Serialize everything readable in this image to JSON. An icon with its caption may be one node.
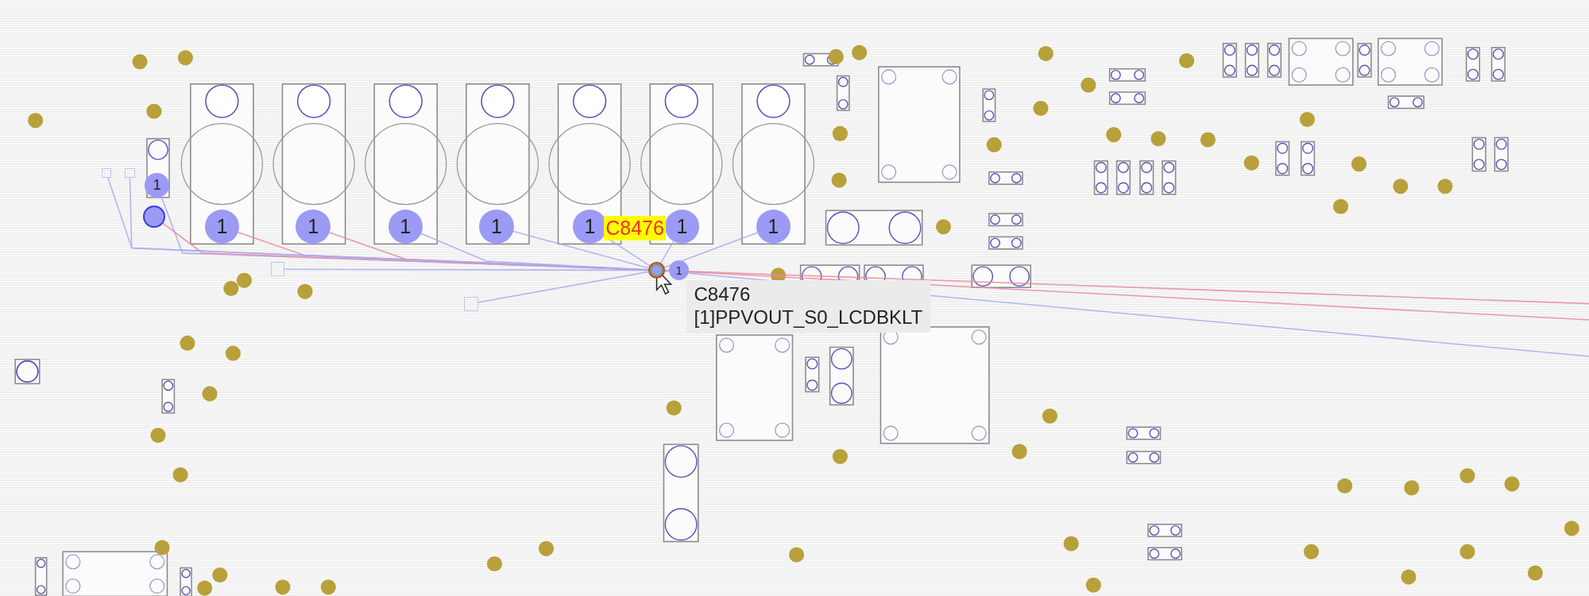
{
  "diagram": {
    "nodes": [
      {
        "text": [],
        "shape": "circle"
      },
      {
        "text": [
          "1"
        ]
      },
      {
        "text": [
          "1"
        ]
      },
      {
        "text": [
          "1"
        ]
      },
      {
        "text": [
          "1"
        ]
      },
      {
        "text": [
          "1"
        ]
      },
      {
        "text": [
          "1"
        ]
      },
      {
        "text": [
          "1"
        ]
      },
      {
        "text": [
          "1"
        ]
      },
      {
        "text": [],
        "shape": "circle"
      },
      {
        "text": [
          "1"
        ]
      },
      {
        "text": [],
        "shape": "circle"
      },
      {
        "text": [],
        "shape": "circle"
      },
      {
        "text": [],
        "shape": "circle"
      },
      {
        "text": [],
        "shape": "circle"
      },
      {
        "text": [
          "C8476",
          "[1]PPVOUT_S0_LCDBKLT"
        ]
      }
    ],
    "edges": [
      {
        "from": 0,
        "to": 1,
        "arrow": "none",
        "color": "#e8899a"
      },
      {
        "from": 0,
        "to": 2,
        "arrow": "none",
        "color": "#e8899a"
      },
      {
        "from": 0,
        "to": 3,
        "arrow": "none"
      },
      {
        "from": 0,
        "to": 4,
        "arrow": "none"
      },
      {
        "from": 0,
        "to": 5,
        "arrow": "none"
      },
      {
        "from": 0,
        "to": 6,
        "arrow": "none"
      },
      {
        "from": 0,
        "to": 7,
        "arrow": "none"
      },
      {
        "from": 0,
        "to": 8,
        "arrow": "none"
      },
      {
        "from": 0,
        "to": 9,
        "arrow": "none",
        "color": "#e8899a"
      },
      {
        "from": 0,
        "to": 11,
        "arrow": "none"
      },
      {
        "from": 0,
        "to": 12,
        "arrow": "none"
      },
      {
        "from": 0,
        "to": 13,
        "arrow": "none"
      },
      {
        "from": 0,
        "to": 14,
        "arrow": "none"
      },
      {
        "from": 0,
        "to": null,
        "arrow": "none",
        "color": "#e8899a"
      },
      {
        "from": 0,
        "to": null,
        "arrow": "none",
        "color": "#e8899a"
      },
      {
        "from": 0,
        "to": null,
        "arrow": "none"
      }
    ],
    "labels": [
      "C8476"
    ]
  }
}
